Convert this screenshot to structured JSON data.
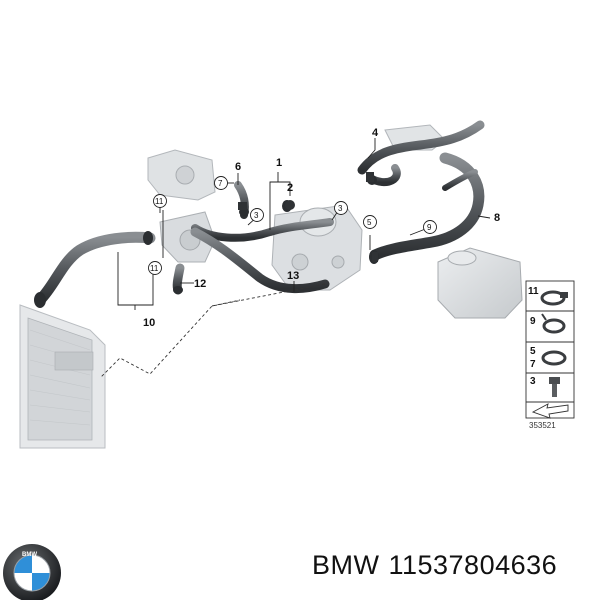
{
  "diagram": {
    "callouts": {
      "c1": "1",
      "c2": "2",
      "c3a": "3",
      "c3b": "3",
      "c4": "4",
      "c5a": "5",
      "c6": "6",
      "c7a": "7",
      "c8": "8",
      "c9a": "9",
      "c10": "10",
      "c11a": "11",
      "c11b": "11",
      "c12": "12",
      "c13": "13"
    },
    "legend": [
      {
        "num": "11",
        "part": "hose-clamp"
      },
      {
        "num": "9",
        "part": "spring-clip"
      },
      {
        "num": "5",
        "part": "clamp",
        "num2": "7"
      },
      {
        "num": "3",
        "part": "bolt"
      }
    ],
    "reference_number": "353521"
  },
  "caption": {
    "brand": "BMW",
    "part_number": "11537804636"
  },
  "colors": {
    "hose": "#55595d",
    "hose_dark": "#2d3033",
    "component": "#d3d6d9",
    "component_edge": "#a8adb1",
    "leader": "#222222",
    "logo_blue": "#2f8fd8"
  }
}
